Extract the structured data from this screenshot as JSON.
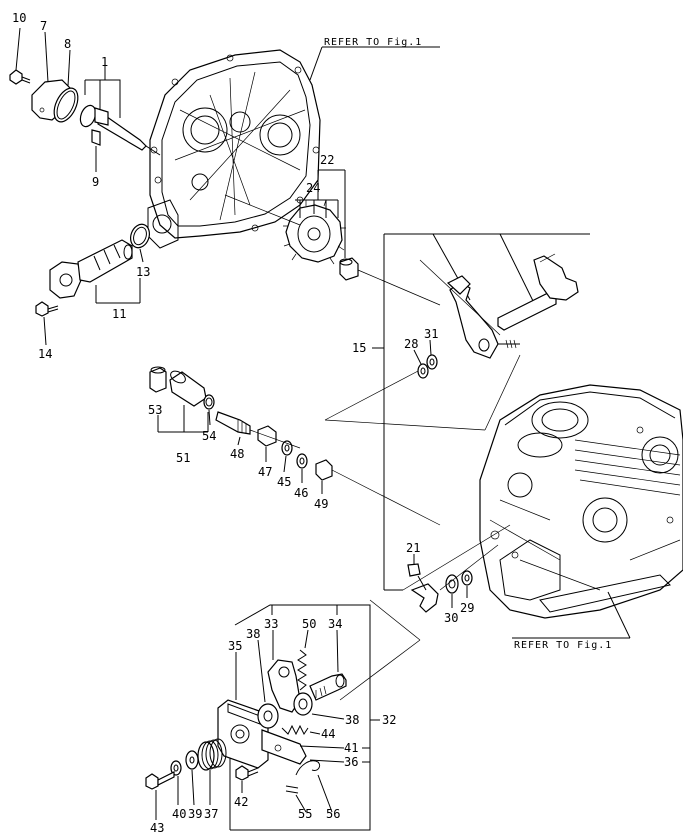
{
  "references": {
    "top": "REFER TO Fig.1",
    "bottom": "REFER TO Fig.1"
  },
  "labels": {
    "p1": "1",
    "p7": "7",
    "p8": "8",
    "p9": "9",
    "p10": "10",
    "p11": "11",
    "p13": "13",
    "p14": "14",
    "p15": "15",
    "p21": "21",
    "p22": "22",
    "p24": "24",
    "p28": "28",
    "p29": "29",
    "p30": "30",
    "p31": "31",
    "p32": "32",
    "p33": "33",
    "p34": "34",
    "p35": "35",
    "p36": "36",
    "p37": "37",
    "p38a": "38",
    "p38b": "38",
    "p39": "39",
    "p40": "40",
    "p41": "41",
    "p42": "42",
    "p43": "43",
    "p44": "44",
    "p45": "45",
    "p46": "46",
    "p47": "47",
    "p48": "48",
    "p49": "49",
    "p50": "50",
    "p51": "51",
    "p53": "53",
    "p54": "54",
    "p55": "55",
    "p56": "56"
  }
}
